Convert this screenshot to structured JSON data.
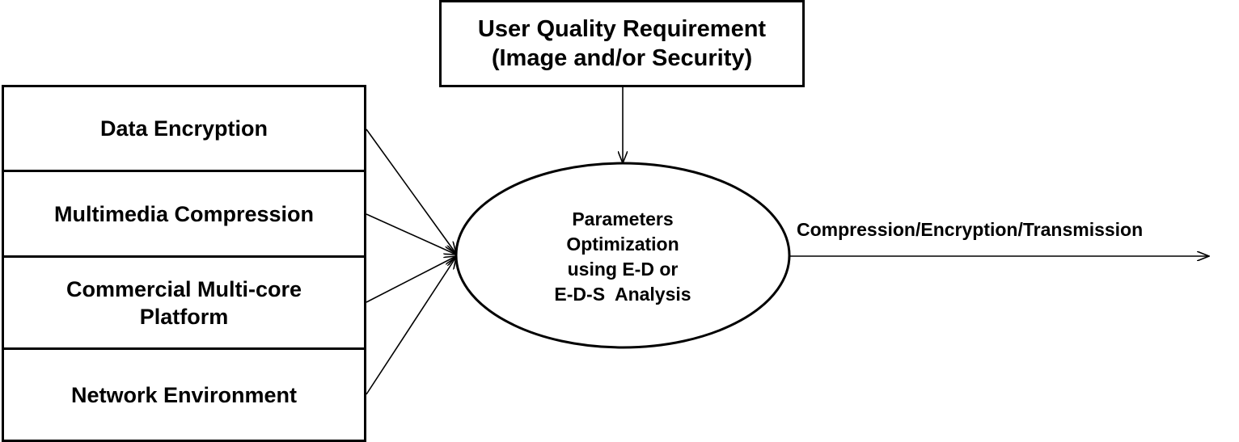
{
  "quality_box": {
    "line1": "User Quality Requirement",
    "line2": "(Image and/or Security)"
  },
  "inputs": [
    {
      "lines": [
        "Data Encryption"
      ]
    },
    {
      "lines": [
        "Multimedia Compression"
      ]
    },
    {
      "lines": [
        "Commercial Multi-core",
        "Platform"
      ]
    },
    {
      "lines": [
        "Network Environment"
      ]
    }
  ],
  "process": {
    "lines": [
      "Parameters",
      "Optimization",
      "using E-D or",
      "E-D-S  Analysis"
    ]
  },
  "output": {
    "label": "Compression/Encryption/Transmission"
  }
}
